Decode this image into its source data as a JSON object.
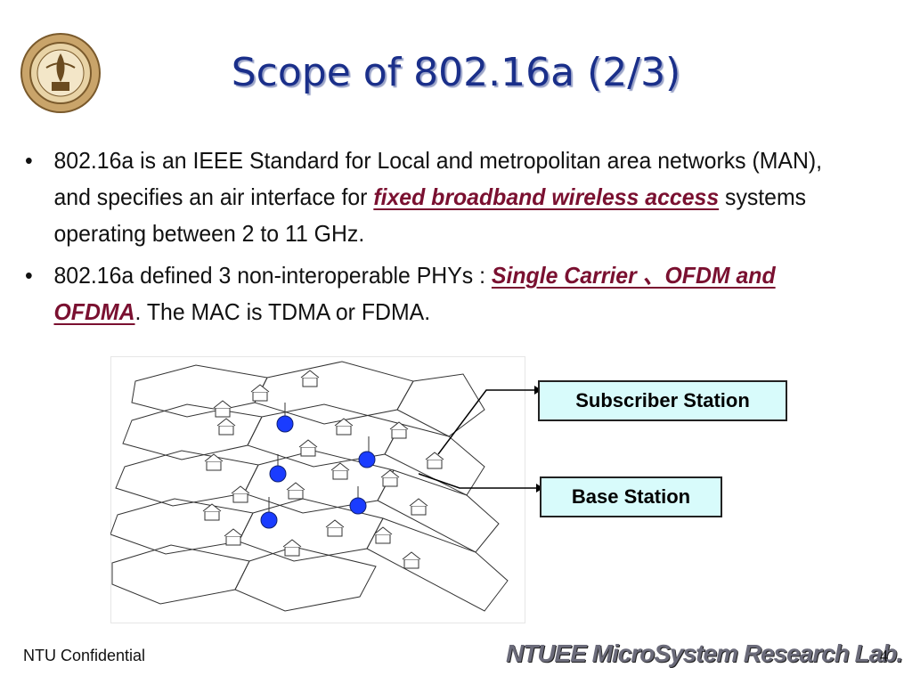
{
  "slide": {
    "title": "Scope of 802.16a (2/3)",
    "bullets": [
      {
        "parts": [
          {
            "text": "802.16a is an IEEE Standard for Local and metropolitan area networks (MAN), and specifies an air interface for ",
            "emphasis": false
          },
          {
            "text": "fixed broadband wireless access",
            "emphasis": true
          },
          {
            "text": " systems operating between 2 to 11 GHz.",
            "emphasis": false
          }
        ]
      },
      {
        "parts": [
          {
            "text": "802.16a defined 3 non-interoperable PHYs : ",
            "emphasis": false
          },
          {
            "text": "Single Carrier 、OFDM and OFDMA",
            "emphasis": true
          },
          {
            "text": ".  The MAC is TDMA or FDMA.",
            "emphasis": false
          }
        ]
      }
    ],
    "bullet_symbol": "•",
    "figure": {
      "subscriber_label": "Subscriber Station",
      "base_label": "Base Station",
      "base_station_color": "#1a3cff",
      "label_fill": "#d8fbfb"
    },
    "footer": {
      "left": "NTU Confidential",
      "lab": "NTUEE MicroSystem Research Lab.",
      "page": "4"
    },
    "colors": {
      "title": "#1a2f8a",
      "emphasis": "#7a1030"
    }
  }
}
